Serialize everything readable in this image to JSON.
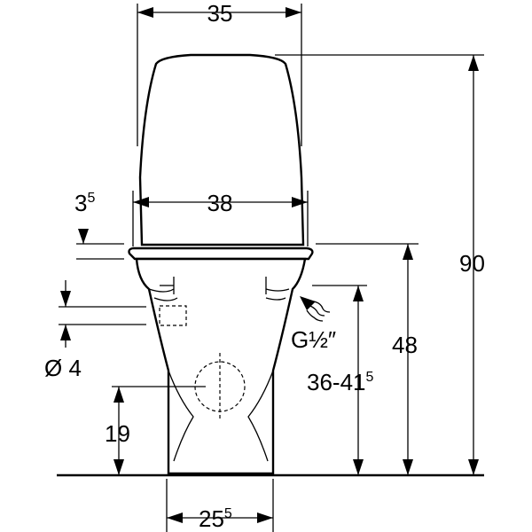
{
  "dimensions": {
    "tank_top_width": "35",
    "seat_width": "38",
    "seat_gap_main": "3",
    "seat_gap_sup": "5",
    "total_height": "90",
    "seat_height": "48",
    "water_inlet_label_main": "G",
    "water_inlet_label_frac": "½″",
    "water_inlet_height_main": "36-41",
    "water_inlet_height_sup": "5",
    "outlet_height": "19",
    "pipe_diameter": "Ø 4",
    "base_width_main": "25",
    "base_width_sup": "5"
  },
  "colors": {
    "line": "#000000",
    "background": "#ffffff"
  }
}
